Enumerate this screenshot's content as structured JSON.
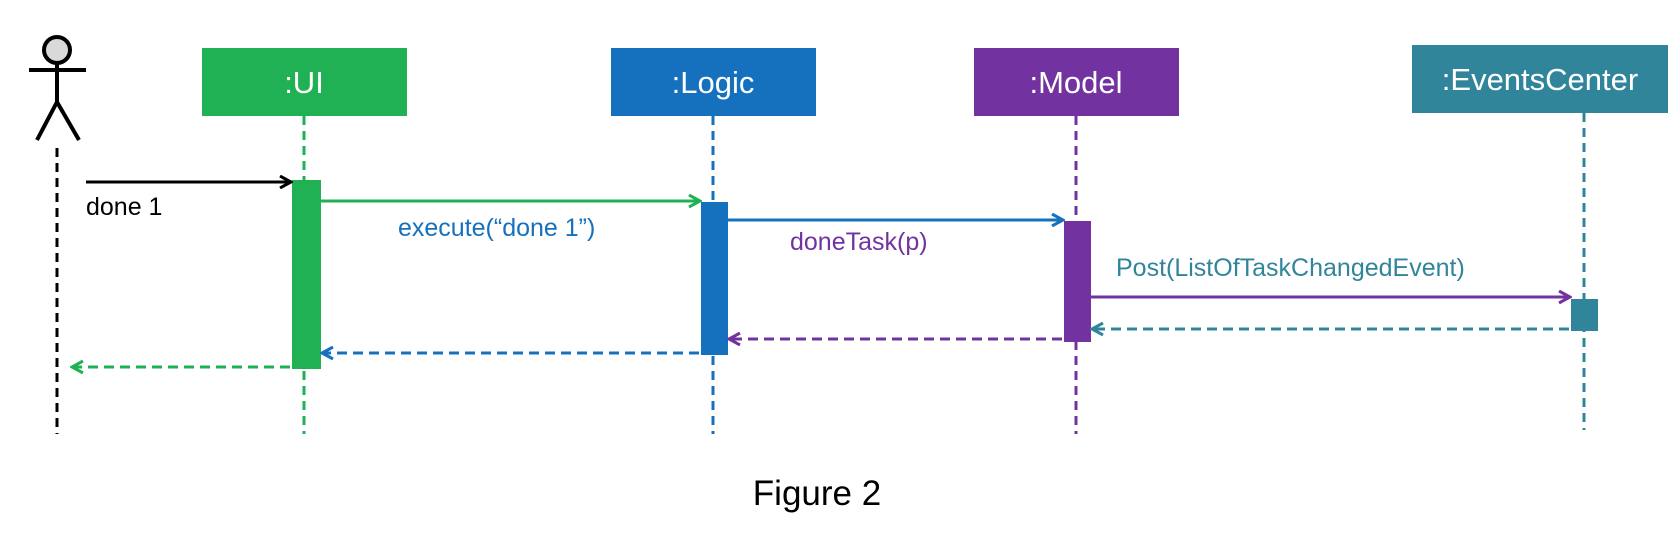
{
  "participants": {
    "ui": {
      "label": ":UI",
      "color": "#1fb153"
    },
    "logic": {
      "label": ":Logic",
      "color": "#1571be"
    },
    "model": {
      "label": ":Model",
      "color": "#7233a0"
    },
    "events": {
      "label": ":EventsCenter",
      "color": "#31859b"
    }
  },
  "actor": {
    "color": "#000000",
    "head_fill": "#d9d9d9"
  },
  "messages": {
    "user_call": "done 1",
    "ui_call": "execute(“done 1”)",
    "logic_call": "doneTask(p)",
    "model_call": "Post(ListOfTaskChangedEvent)"
  },
  "caption": "Figure 2"
}
